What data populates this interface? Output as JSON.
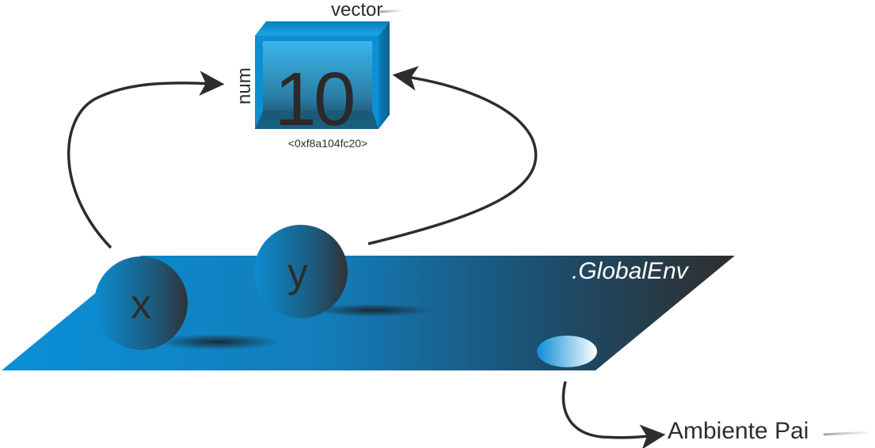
{
  "vector_box": {
    "type_label": "vector",
    "mode_label": "num",
    "value": "10",
    "address": "<0xf8a104fc20>"
  },
  "environment": {
    "name": ".GlobalEnv",
    "parent_label": "Ambiente Pai"
  },
  "bindings": [
    {
      "name": "x"
    },
    {
      "name": "y"
    }
  ],
  "colors": {
    "plane_start": "#0a8fd6",
    "plane_end": "#2b2b2b",
    "arrow": "#2d2d2d",
    "text": "#2d2d2d"
  }
}
